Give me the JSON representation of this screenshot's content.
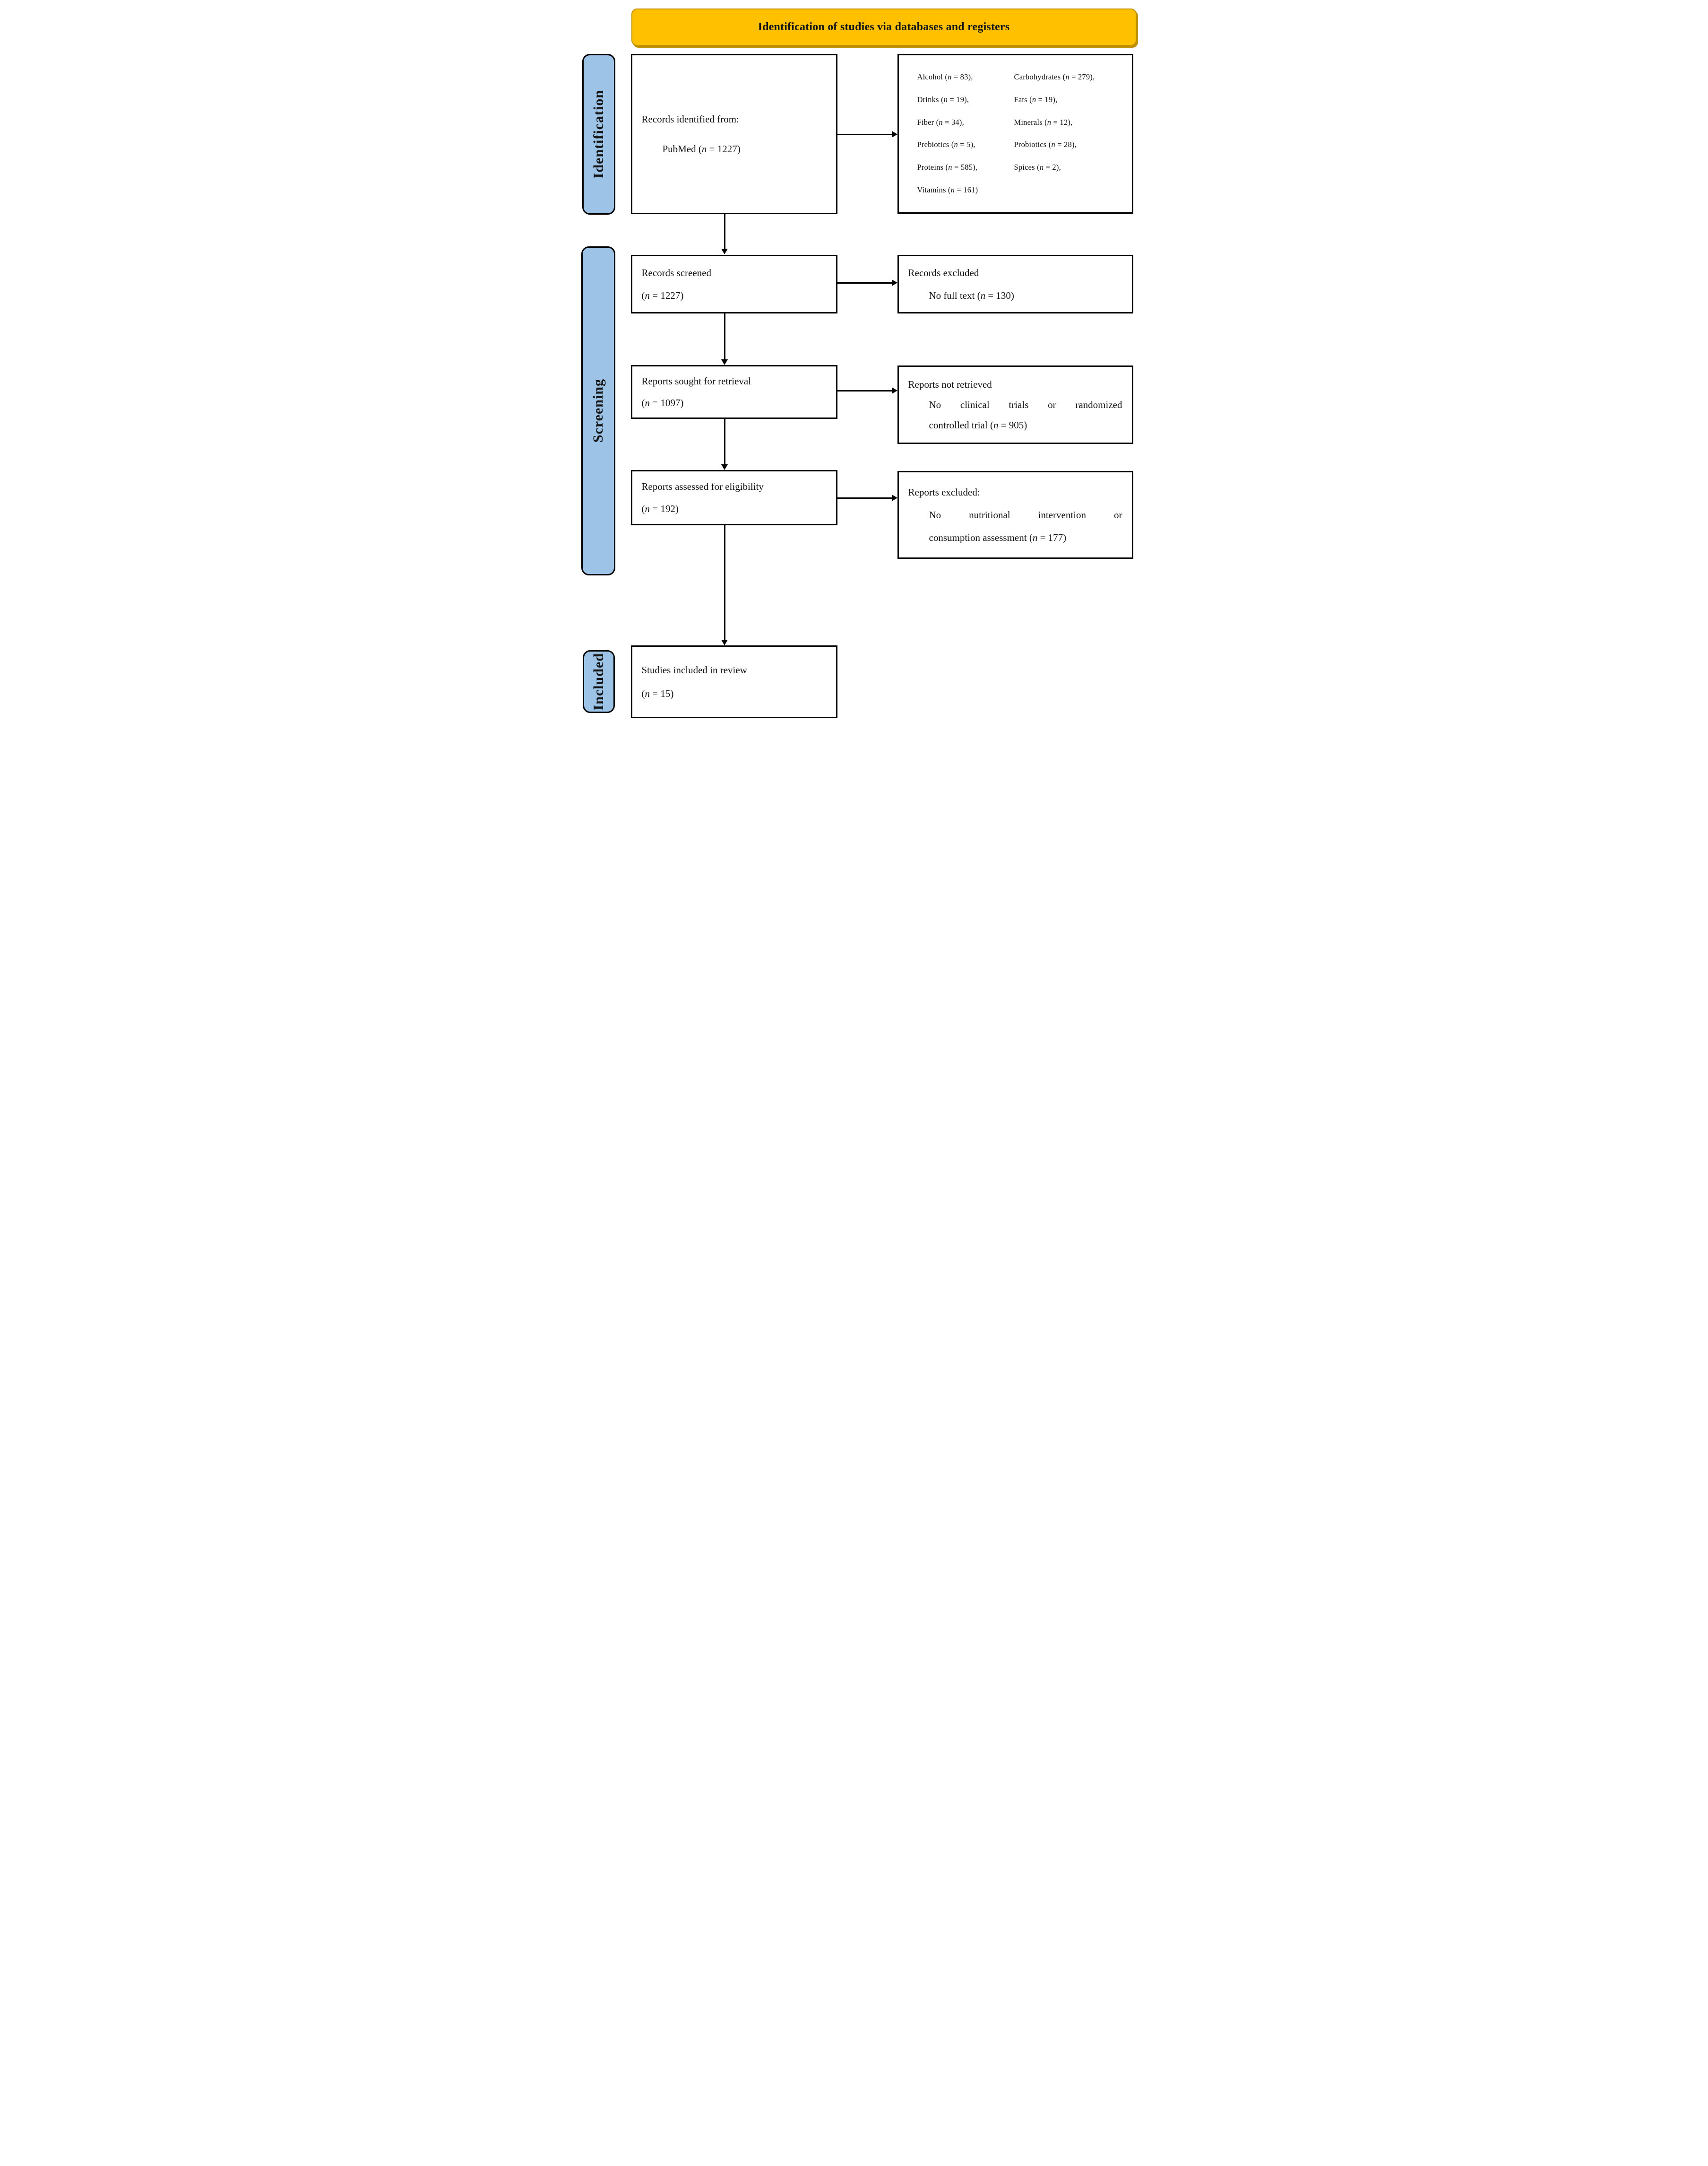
{
  "title": "Identification of studies via databases and registers",
  "colors": {
    "banner_fill": "#FFC000",
    "banner_border": "#BF9000",
    "stage_fill": "#9DC3E6",
    "box_border": "#000000"
  },
  "stages": {
    "identification": "Identification",
    "screening": "Screening",
    "included": "Included"
  },
  "boxes": {
    "records_identified": {
      "line1": "Records identified from:",
      "line2": "PubMed (n = 1227)"
    },
    "databases": {
      "col1": [
        "Alcohol (n = 83),",
        "Drinks (n = 19),",
        "Fiber (n = 34),",
        "Prebiotics (n = 5),",
        "Proteins (n = 585),",
        "Vitamins (n = 161)"
      ],
      "col2": [
        "Carbohydrates (n = 279),",
        "Fats (n = 19),",
        "Minerals (n = 12),",
        "Probiotics (n = 28),",
        "Spices (n = 2),"
      ]
    },
    "records_screened": {
      "line1": "Records screened",
      "line2": "(n = 1227)"
    },
    "records_excluded": {
      "line1": "Records excluded",
      "line2": "No full text (n = 130)"
    },
    "reports_sought": {
      "line1": "Reports sought for retrieval",
      "line2": "(n = 1097)"
    },
    "reports_not_retrieved": {
      "line1": "Reports not retrieved",
      "line2": "No clinical trials or randomized",
      "line3": "controlled trial (n = 905)"
    },
    "reports_assessed": {
      "line1": "Reports assessed for eligibility",
      "line2": "(n = 192)"
    },
    "reports_excluded": {
      "line1": "Reports excluded:",
      "line2": "No nutritional intervention or",
      "line3": "consumption assessment (n = 177)"
    },
    "studies_included": {
      "line1": "Studies included in review",
      "line2": "(n = 15)"
    }
  }
}
